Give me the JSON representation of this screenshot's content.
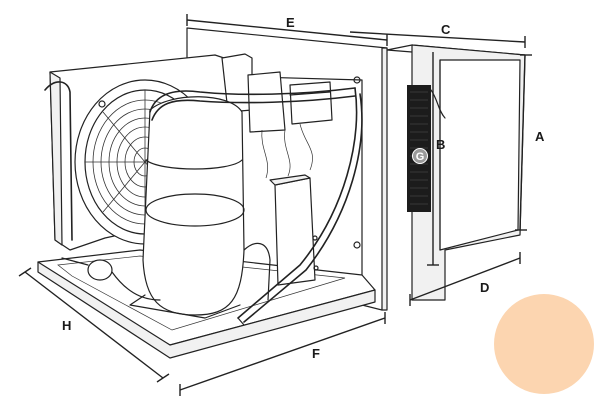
{
  "diagram": {
    "dimension_labels": {
      "a": "A",
      "b": "B",
      "c": "C",
      "d": "D",
      "e": "E",
      "f": "F",
      "g": "G",
      "h": "H"
    },
    "colors": {
      "line": "#222222",
      "grille": "#1c1c1c",
      "badge": "#9a9a9a",
      "blob": "#fcd5b0"
    }
  }
}
